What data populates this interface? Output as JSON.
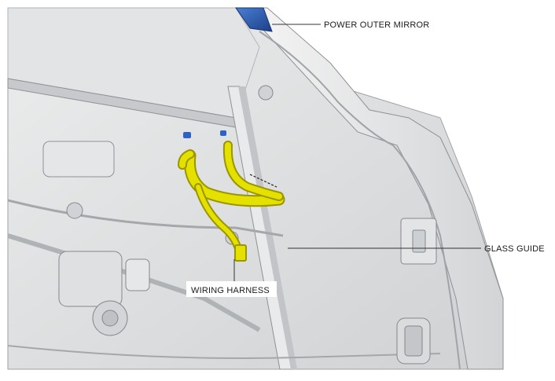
{
  "callouts": {
    "power_outer_mirror": "POWER OUTER MIRROR",
    "glass_guide": "GLASS GUIDE",
    "wiring_harness": "WIRING HARNESS"
  },
  "colors": {
    "harness_yellow": "#e4e000",
    "harness_shadow": "#9a9500",
    "mirror_blue": "#2a5bb0",
    "panel_grey": "#d9dadc",
    "line_dark": "#555555"
  }
}
